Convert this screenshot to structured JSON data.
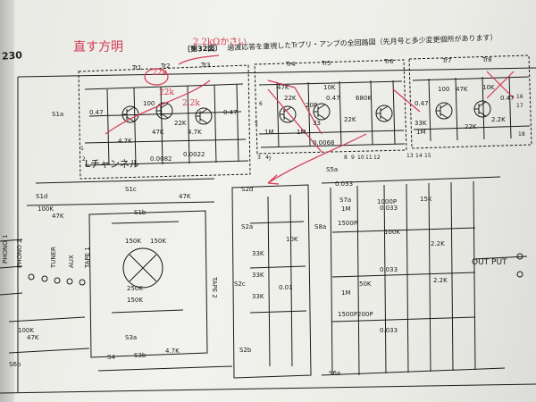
{
  "page": {
    "number": "230"
  },
  "caption": {
    "figure_no": "〔第32図〕",
    "text": "過渡応答を重視したTrプリ・アンプの全回路図（先月号と多少変更個所があります）"
  },
  "handwritten": {
    "top_note": "直す方明",
    "resistor_note": "2.2kΩかさい",
    "value_1": "22k",
    "value_2": "22k",
    "value_3": "2.2k"
  },
  "sections": {
    "left_channel_label": "Lチャンネル",
    "output_label": "OUT PUT"
  },
  "transistors": [
    "Tr1",
    "Tr2",
    "Tr3",
    "Tr4",
    "Tr5",
    "Tr6",
    "Tr7",
    "Tr8"
  ],
  "input_labels": [
    "PHONO 1",
    "PHONO 2",
    "TUNER",
    "AUX",
    "TAPE 1",
    "TAPE 2"
  ],
  "switch_labels": [
    "S1a",
    "S1b",
    "S1c",
    "S1d",
    "S2a",
    "S2b",
    "S2c",
    "S2d",
    "S3a",
    "S3b",
    "S4",
    "S5a",
    "S6a",
    "S6b",
    "S7a",
    "S8a"
  ],
  "component_values": {
    "left_block": [
      "100K",
      "47K",
      "100K",
      "47K",
      "47K",
      "4.7K",
      "47K",
      "4.7K",
      "0.47",
      "0.47",
      "0.0022",
      "0.0082",
      "100",
      "4.7K",
      "22K"
    ],
    "stage_one": [
      "22K",
      "20P",
      "1M",
      "0.47",
      "33",
      "22K",
      "1M",
      "680K",
      "0.0068",
      "0.033",
      "10K",
      "47K"
    ],
    "stage_two": [
      "0.47",
      "33K",
      "1M",
      "100",
      "22K",
      "2.2K",
      "47K",
      "0.47",
      "10K"
    ],
    "tone_block": [
      "150K",
      "150K",
      "250K",
      "150K",
      "33K",
      "33K",
      "33K",
      "10K",
      "0.01"
    ],
    "eq_block": [
      "1M",
      "1500P",
      "200P",
      "1M",
      "1500P",
      "50K",
      "0.033",
      "0.033",
      "100K",
      "15K",
      "2.2K",
      "0.033",
      "1000P",
      "2.2K"
    ]
  },
  "node_numbers": [
    "1",
    "2",
    "3",
    "4",
    "5",
    "6",
    "7",
    "8",
    "9",
    "10",
    "11",
    "12",
    "13",
    "14",
    "15",
    "16",
    "17",
    "18"
  ],
  "colors": {
    "ink": "#1a1a1a",
    "annotation": "#d23a52",
    "paper": "#efefea"
  }
}
